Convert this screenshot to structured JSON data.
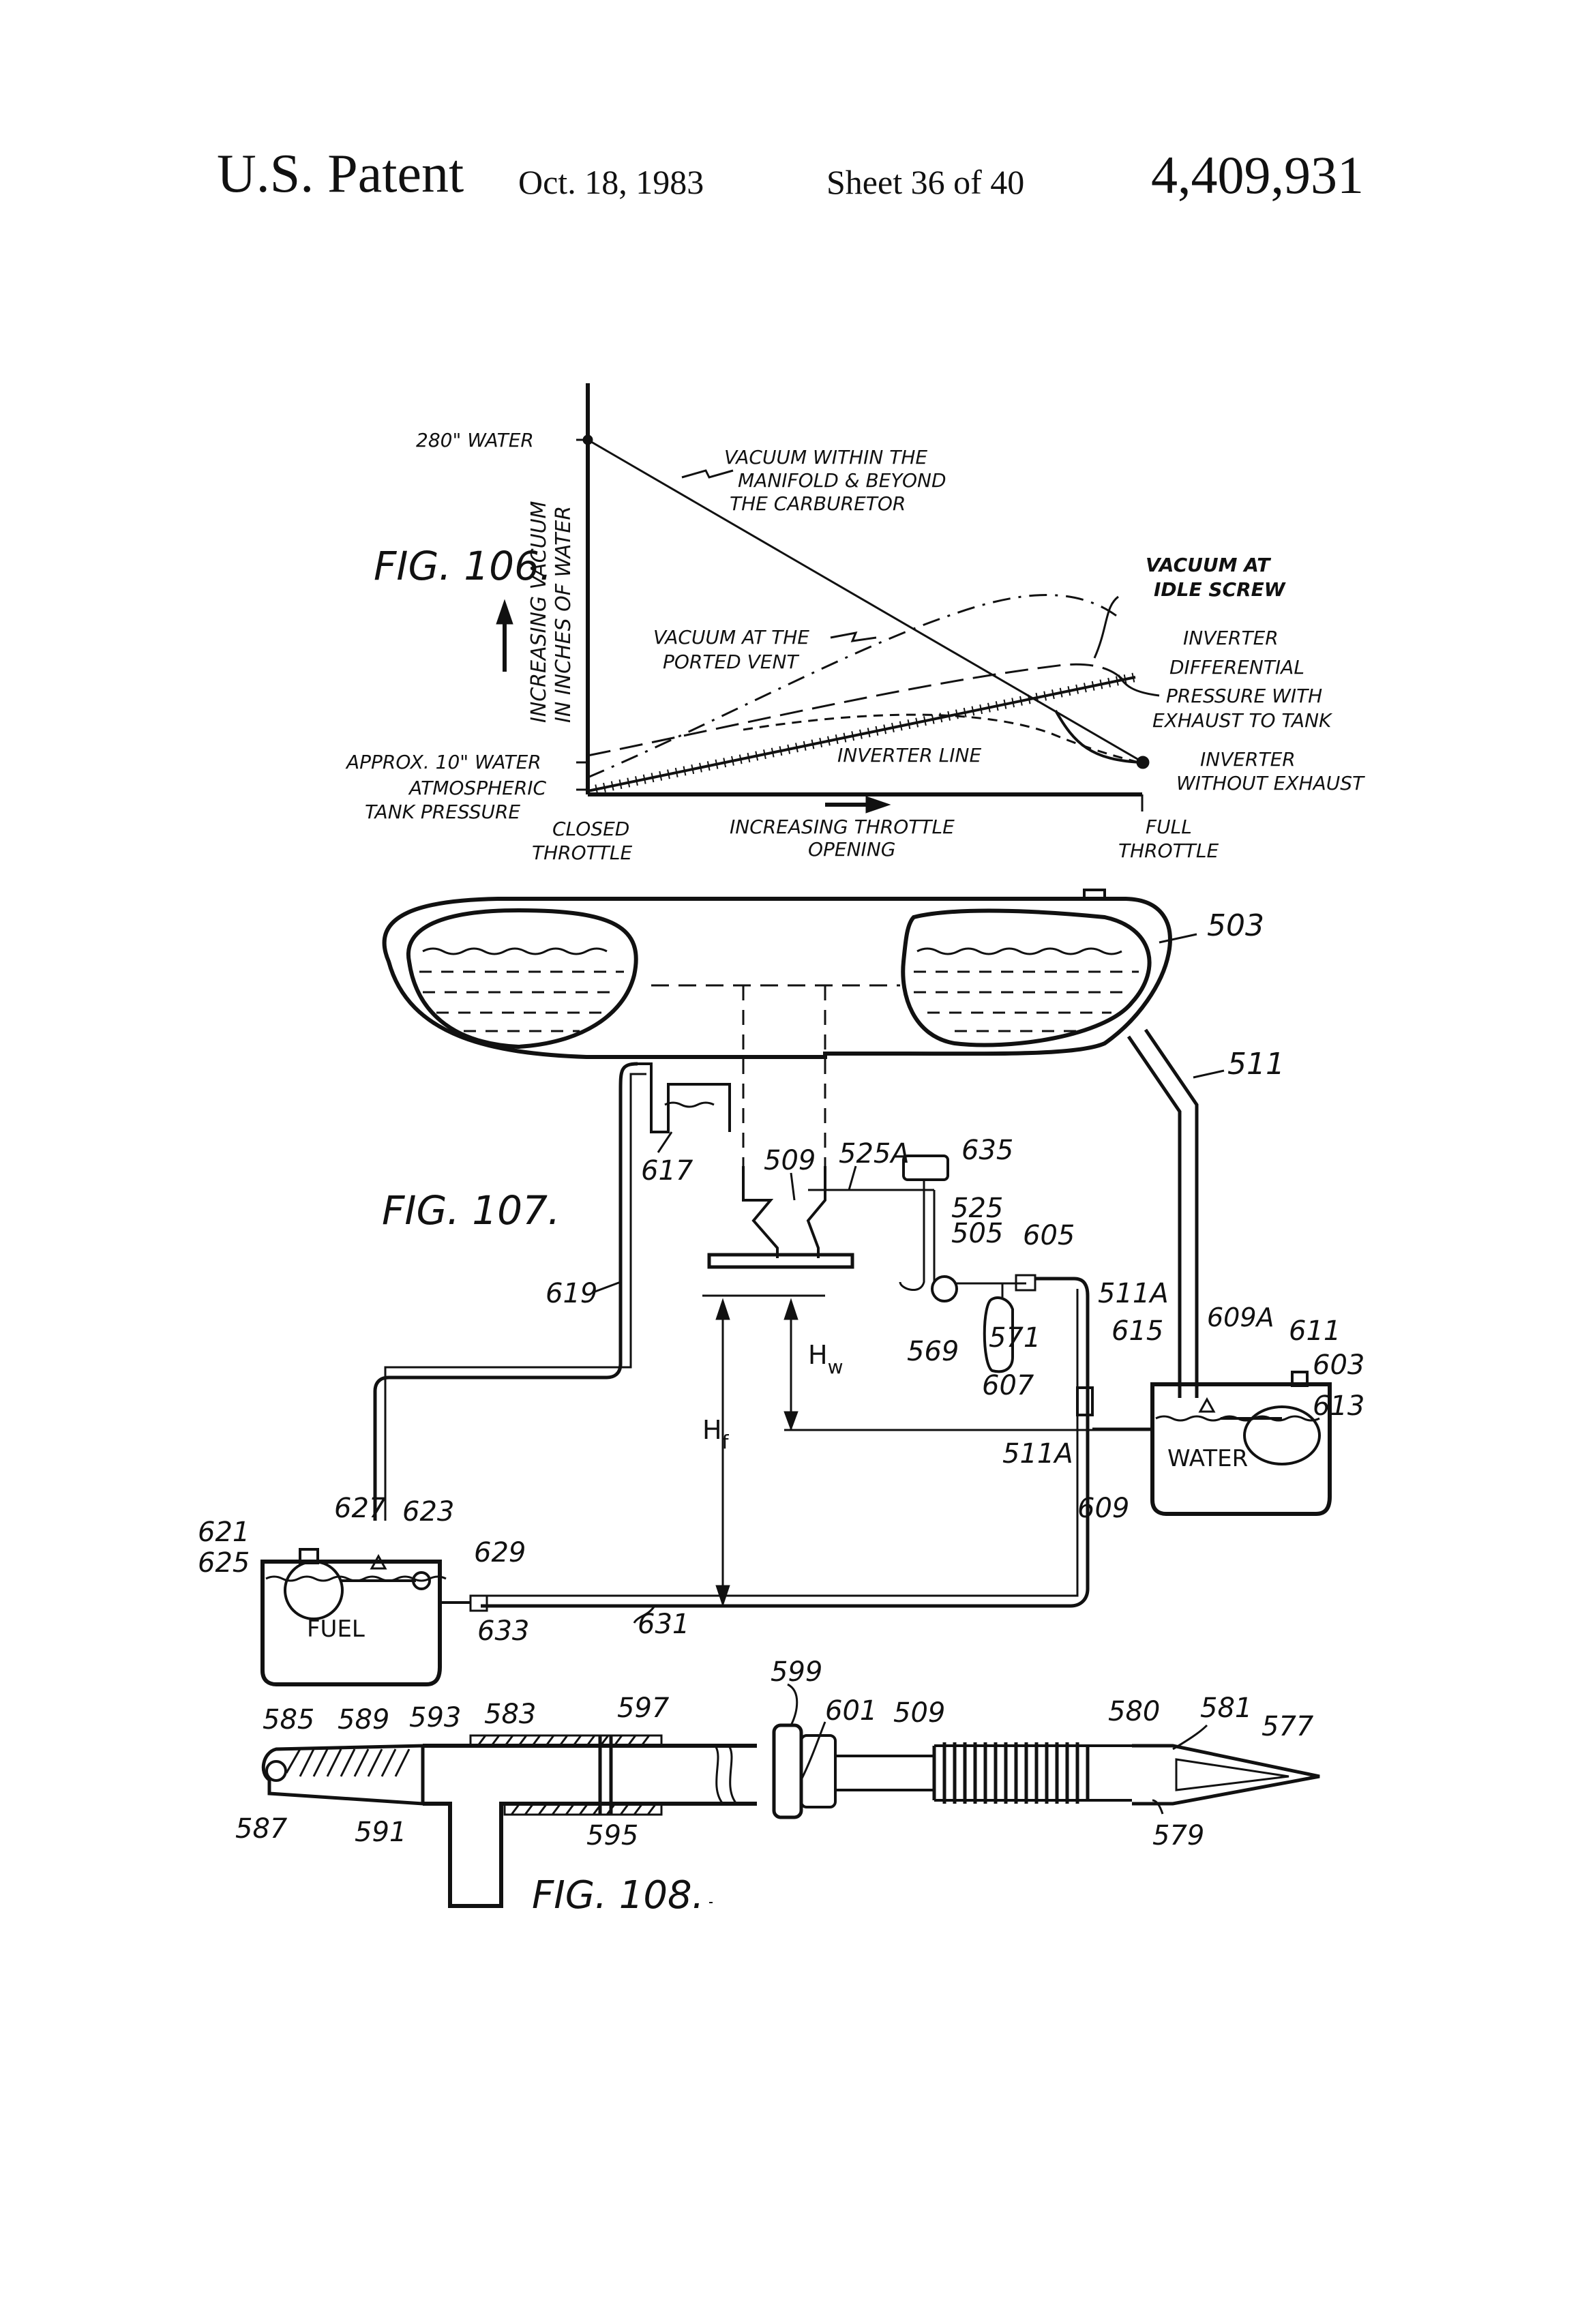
{
  "header": {
    "patent_label": "U.S. Patent",
    "date": "Oct. 18, 1983",
    "sheet": "Sheet 36 of 40",
    "number": "4,409,931"
  },
  "fig106": {
    "fig_label": "FIG. 106.",
    "y_axis_label_line1": "INCREASING VACUUM",
    "y_axis_label_line2": "IN INCHES OF WATER",
    "y_top_label": "280\" WATER",
    "y_mid_label": "APPROX. 10\" WATER",
    "y_bottom_label_line1": "ATMOSPHERIC",
    "y_bottom_label_line2": "TANK PRESSURE",
    "x_left_label_line1": "CLOSED",
    "x_left_label_line2": "THROTTLE",
    "x_mid_label_line1": "INCREASING THROTTLE",
    "x_mid_label_line2": "OPENING",
    "x_right_label_line1": "FULL",
    "x_right_label_line2": "THROTTLE",
    "curves": {
      "manifold_line1": "VACUUM WITHIN THE",
      "manifold_line2": "MANIFOLD & BEYOND",
      "manifold_line3": "THE CARBURETOR",
      "idle_line1": "VACUUM AT",
      "idle_line2": "IDLE SCREW",
      "ported_line1": "VACUUM AT THE",
      "ported_line2": "PORTED VENT",
      "differential_line1": "INVERTER",
      "differential_line2": "DIFFERENTIAL",
      "differential_line3": "PRESSURE WITH",
      "differential_line4": "EXHAUST TO TANK",
      "inverter_line": "INVERTER LINE",
      "no_exhaust_line1": "INVERTER",
      "no_exhaust_line2": "WITHOUT EXHAUST"
    }
  },
  "fig107": {
    "fig_label": "FIG. 107.",
    "water_label": "WATER",
    "fuel_label": "FUEL",
    "hw_label": "H",
    "hw_sub": "w",
    "hf_label": "H",
    "hf_sub": "f",
    "refs": {
      "r503": "503",
      "r511": "511",
      "r525a": "525A",
      "r635": "635",
      "r509": "509",
      "r617": "617",
      "r525": "525",
      "r505": "505",
      "r605": "605",
      "r511a_top": "511A",
      "r619": "619",
      "r609a": "609A",
      "r611": "611",
      "r615": "615",
      "r603": "603",
      "r569": "569",
      "r571": "571",
      "r607": "607",
      "r613": "613",
      "r511a_bot": "511A",
      "r609": "609",
      "r627": "627",
      "r623": "623",
      "r621": "621",
      "r625": "625",
      "r629": "629",
      "r633": "633",
      "r631": "631"
    }
  },
  "fig108": {
    "fig_label": "FIG. 108.",
    "refs": {
      "r599": "599",
      "r585": "585",
      "r589": "589",
      "r593": "593",
      "r583": "583",
      "r597": "597",
      "r601": "601",
      "r509": "509",
      "r580": "580",
      "r581": "581",
      "r577": "577",
      "r587": "587",
      "r591": "591",
      "r595": "595",
      "r579": "579"
    }
  }
}
